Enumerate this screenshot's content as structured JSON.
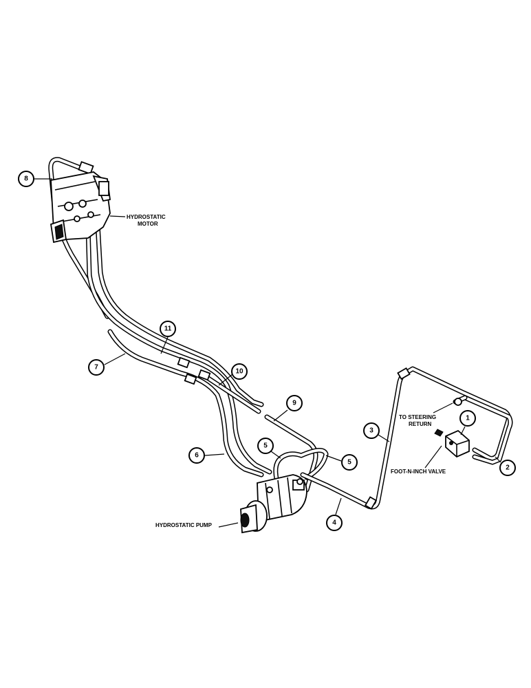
{
  "labels": {
    "hydrostatic_motor_line1": "HYDROSTATIC",
    "hydrostatic_motor_line2": "MOTOR",
    "hydrostatic_pump": "HYDROSTATIC PUMP",
    "steering_return_line1": "TO STEERING",
    "steering_return_line2": "RETURN",
    "foot_n_inch_valve": "FOOT-N-INCH VALVE"
  },
  "callouts": [
    {
      "id": "c1",
      "number": "1"
    },
    {
      "id": "c2",
      "number": "2"
    },
    {
      "id": "c3",
      "number": "3"
    },
    {
      "id": "c4",
      "number": "4"
    },
    {
      "id": "c5a",
      "number": "5"
    },
    {
      "id": "c5b",
      "number": "5"
    },
    {
      "id": "c6",
      "number": "6"
    },
    {
      "id": "c7",
      "number": "7"
    },
    {
      "id": "c8",
      "number": "8"
    },
    {
      "id": "c9",
      "number": "9"
    },
    {
      "id": "c10",
      "number": "10"
    },
    {
      "id": "c11",
      "number": "11"
    }
  ]
}
